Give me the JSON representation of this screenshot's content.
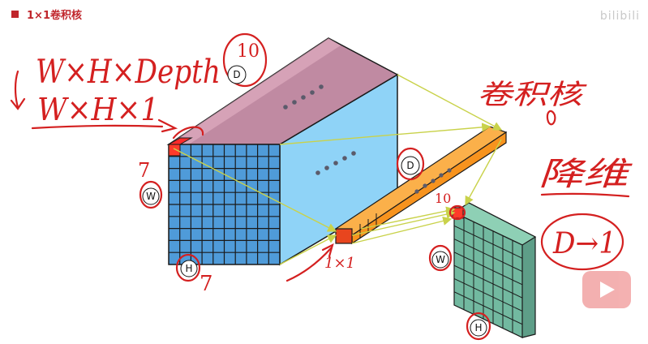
{
  "title": "1×1卷积核",
  "watermark": "bilibili",
  "annotations": {
    "formula_depth": "W×H×Depth",
    "formula_one": "W×H×1",
    "num_10_top": "10",
    "badge_d_top": "D",
    "num_7_left": "7",
    "badge_w_left": "W",
    "badge_h_left": "H",
    "num_7_bottom": "7",
    "kernel_label_cn": "卷积核",
    "badge_d_mid": "D",
    "num_10_mid": "10",
    "label_1x1": "1×1",
    "badge_w_right": "W",
    "badge_h_right": "H",
    "reduce_cn": "降维",
    "d_to_1": "D→1"
  },
  "colors": {
    "cube_front": "#4f9bd9",
    "cube_side": "#8fd3f7",
    "cube_top": "#c08aa2",
    "kernel_body": "#f7931e",
    "kernel_end": "#e8451e",
    "output_grid": "#72b9a0",
    "arrow_yellow": "#c9d24a",
    "ink_red": "#d42020",
    "title_red": "#c0262c"
  }
}
